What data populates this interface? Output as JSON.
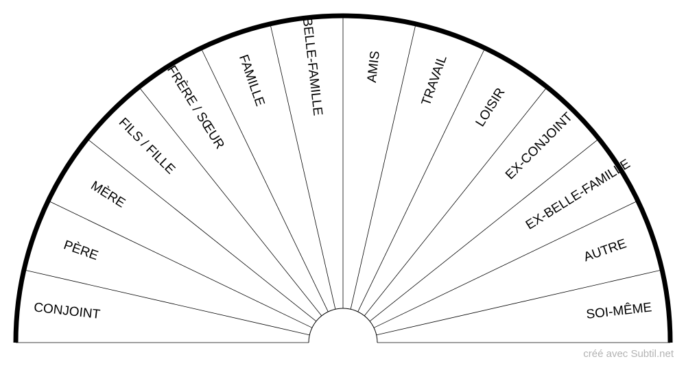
{
  "chart": {
    "sectors": [
      {
        "label": "CONJOINT"
      },
      {
        "label": "PÈRE"
      },
      {
        "label": "MÈRE"
      },
      {
        "label": "FILS / FILLE"
      },
      {
        "label": "FRÈRE / SŒUR"
      },
      {
        "label": "FAMILLE"
      },
      {
        "label": "BELLE-FAMILLE"
      },
      {
        "label": "AMIS"
      },
      {
        "label": "TRAVAIL"
      },
      {
        "label": "LOISIR"
      },
      {
        "label": "EX-CONJOINT"
      },
      {
        "label": "EX-BELLE-FAMILLE"
      },
      {
        "label": "AUTRE"
      },
      {
        "label": "SOI-MÊME"
      }
    ],
    "colors": {
      "outline": "#000000",
      "fill": "#ffffff",
      "credit": "#b3b3b3"
    }
  },
  "footer": {
    "credit": "créé avec Subtil.net"
  }
}
